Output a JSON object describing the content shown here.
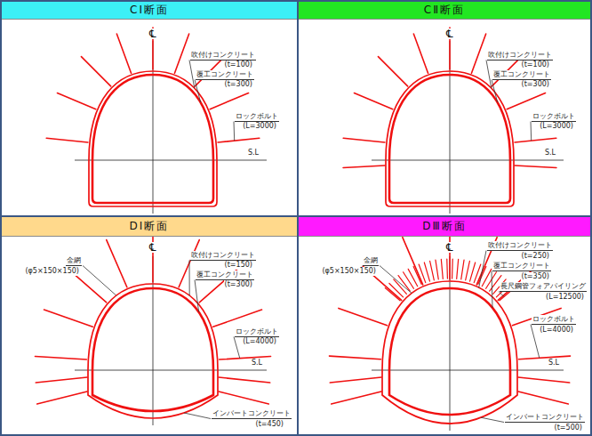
{
  "diagram": {
    "nodes": [
      {
        "text": [
          "CⅠ断面"
        ]
      },
      {
        "text": [
          "CⅡ断面"
        ]
      },
      {
        "text": [
          "DⅠ断面"
        ]
      },
      {
        "text": [
          "DⅢ断面"
        ]
      }
    ],
    "labels": [
      "℄",
      "吹付けコンクリート",
      "(t=100)",
      "覆工コンクリート",
      "(t=300)",
      "ロックボルト",
      "(L=3000)",
      "S.L",
      "℄",
      "吹付けコンクリート",
      "(t=100)",
      "覆工コンクリート",
      "(t=300)",
      "ロックボルト",
      "(L=3000)",
      "S.L",
      "℄",
      "金網",
      "(φ5×150×150)",
      "吹付けコンクリート",
      "(t=150)",
      "覆工コンクリート",
      "(t=300)",
      "ロックボルト",
      "(L=4000)",
      "S.L",
      "インバートコンクリート",
      "(t=450)",
      "℄",
      "金網",
      "(φ5×150×150)",
      "吹付けコンクリート",
      "(t=250)",
      "覆工コンクリート",
      "(t=350)",
      "長尺鋼管フォアパイリング",
      "(L=12500)",
      "ロックボルト",
      "(L=4000)",
      "S.L",
      "インバートコンクリート",
      "(t=500)"
    ]
  }
}
